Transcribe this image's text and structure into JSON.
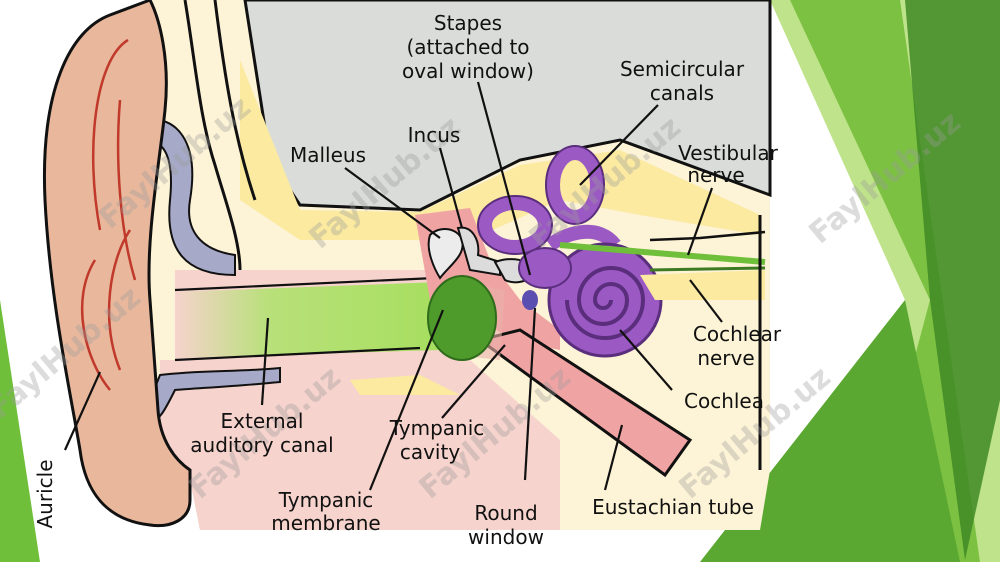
{
  "diagram": {
    "labels": {
      "stapes_1": "Stapes",
      "stapes_2": "(attached to",
      "stapes_3": "oval window)",
      "semicircular_1": "Semicircular",
      "semicircular_2": "canals",
      "incus": "Incus",
      "malleus": "Malleus",
      "vestibular_1": "Vestibular",
      "vestibular_2": "nerve",
      "cochlear_nerve_1": "Cochlear",
      "cochlear_nerve_2": "nerve",
      "cochlea": "Cochlea",
      "external_1": "External",
      "external_2": "auditory canal",
      "tympanic_cavity_1": "Tympanic",
      "tympanic_cavity_2": "cavity",
      "tympanic_membrane_1": "Tympanic",
      "tympanic_membrane_2": "membrane",
      "round_window_1": "Round",
      "round_window_2": "window",
      "eustachian": "Eustachian tube",
      "auricle": "Auricle"
    },
    "watermark": "FaylHub.uz",
    "colors": {
      "bone_gray": "#d9dcd9",
      "skin": "#f6d3cc",
      "pinna": "#e8b79c",
      "canal_green": "#a6df5f",
      "membrane_green": "#4e9a2a",
      "inner_purple": "#9b59c3",
      "bone_yellow": "#fbeaa0",
      "cream": "#fdf3d6",
      "tube_red": "#f0a3a3",
      "nerve_green": "#6fbf3a",
      "accent_green": "#7cc142",
      "dark_green": "#3f8a24"
    }
  }
}
